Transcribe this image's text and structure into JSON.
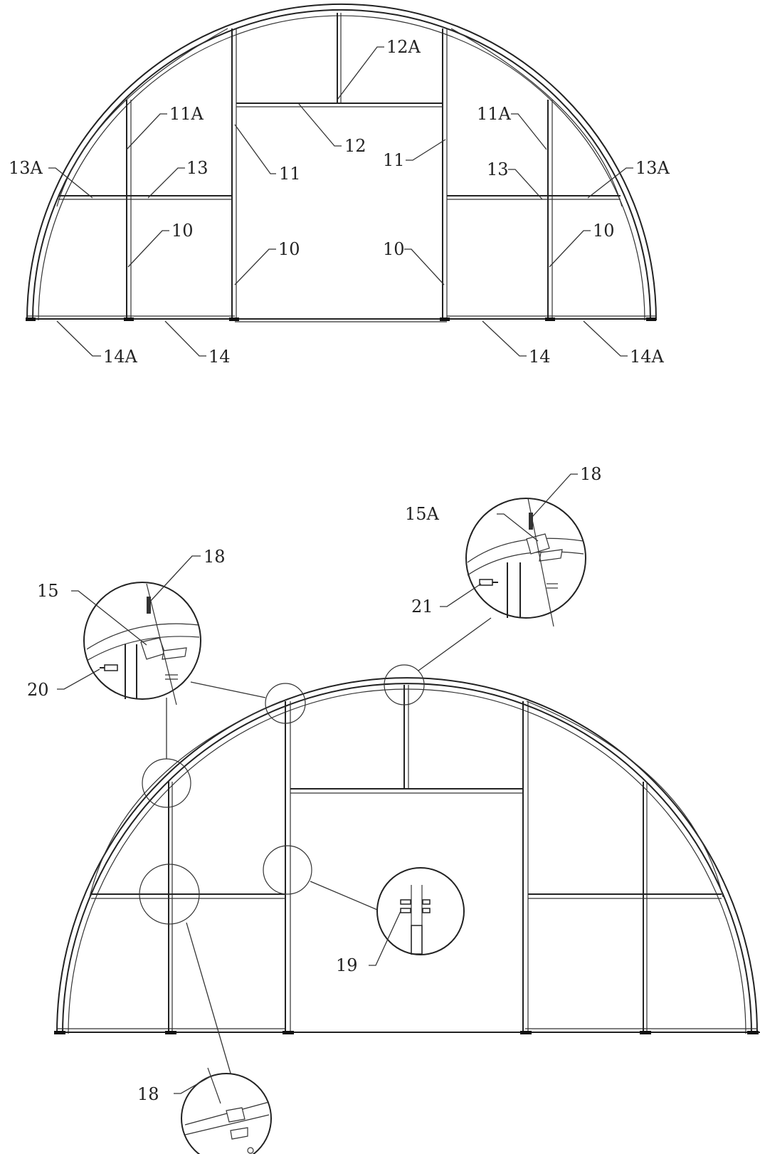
{
  "top_view": {
    "labels": {
      "l12A": "12A",
      "l11A_left": "11A",
      "l11A_right": "11A",
      "l12": "12",
      "l11_left": "11",
      "l11_right": "11",
      "l13A_left": "13A",
      "l13_left": "13",
      "l13_right": "13",
      "l13A_right": "13A",
      "l10_a": "10",
      "l10_b": "10",
      "l10_c": "10",
      "l10_d": "10",
      "l14A_left": "14A",
      "l14_left": "14",
      "l14_right": "14",
      "l14A_right": "14A"
    }
  },
  "bottom_view": {
    "labels": {
      "l18_top": "18",
      "l15A": "15A",
      "l18_left": "18",
      "l15": "15",
      "l21": "21",
      "l20": "20",
      "l19": "19",
      "l18_bottom": "18"
    }
  }
}
